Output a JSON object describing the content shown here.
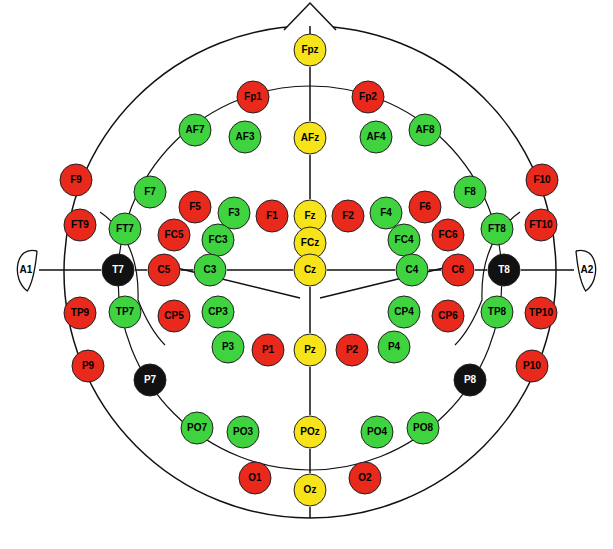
{
  "diagram": {
    "nodes": [
      {
        "text": [
          "Fpz"
        ]
      },
      {
        "text": [
          "Fp1"
        ]
      },
      {
        "text": [
          "Fp2"
        ]
      },
      {
        "text": [
          "AF7"
        ]
      },
      {
        "text": [
          "AF3"
        ]
      },
      {
        "text": [
          "AFz"
        ]
      },
      {
        "text": [
          "AF4"
        ]
      },
      {
        "text": [
          "AF8"
        ]
      },
      {
        "text": [
          "F9"
        ]
      },
      {
        "text": [
          "F7"
        ]
      },
      {
        "text": [
          "F5"
        ]
      },
      {
        "text": [
          "F3"
        ]
      },
      {
        "text": [
          "F1"
        ]
      },
      {
        "text": [
          "Fz"
        ]
      },
      {
        "text": [
          "F2"
        ]
      },
      {
        "text": [
          "F4"
        ]
      },
      {
        "text": [
          "F6"
        ]
      },
      {
        "text": [
          "F8"
        ]
      },
      {
        "text": [
          "F10"
        ]
      },
      {
        "text": [
          "FT9"
        ]
      },
      {
        "text": [
          "FT7"
        ]
      },
      {
        "text": [
          "FC5"
        ]
      },
      {
        "text": [
          "FC3"
        ]
      },
      {
        "text": [
          "FCz"
        ]
      },
      {
        "text": [
          "FC4"
        ]
      },
      {
        "text": [
          "FC6"
        ]
      },
      {
        "text": [
          "FT8"
        ]
      },
      {
        "text": [
          "FT10"
        ]
      },
      {
        "text": [
          "A1"
        ]
      },
      {
        "text": [
          "T7"
        ]
      },
      {
        "text": [
          "C5"
        ]
      },
      {
        "text": [
          "C3"
        ]
      },
      {
        "text": [
          "Cz"
        ]
      },
      {
        "text": [
          "C4"
        ]
      },
      {
        "text": [
          "C6"
        ]
      },
      {
        "text": [
          "T8"
        ]
      },
      {
        "text": [
          "A2"
        ]
      },
      {
        "text": [
          "TP9"
        ]
      },
      {
        "text": [
          "TP7"
        ]
      },
      {
        "text": [
          "CP5"
        ]
      },
      {
        "text": [
          "CP3"
        ]
      },
      {
        "text": [
          "CP4"
        ]
      },
      {
        "text": [
          "CP6"
        ]
      },
      {
        "text": [
          "TP8"
        ]
      },
      {
        "text": [
          "TP10"
        ]
      },
      {
        "text": [
          "P9"
        ]
      },
      {
        "text": [
          "P3"
        ]
      },
      {
        "text": [
          "P1"
        ]
      },
      {
        "text": [
          "Pz"
        ]
      },
      {
        "text": [
          "P2"
        ]
      },
      {
        "text": [
          "P4"
        ]
      },
      {
        "text": [
          "P10"
        ]
      },
      {
        "text": [
          "P7"
        ]
      },
      {
        "text": [
          "P8"
        ]
      },
      {
        "text": [
          "PO7"
        ]
      },
      {
        "text": [
          "PO3"
        ]
      },
      {
        "text": [
          "POz"
        ]
      },
      {
        "text": [
          "PO4"
        ]
      },
      {
        "text": [
          "PO8"
        ]
      },
      {
        "text": [
          "O1"
        ]
      },
      {
        "text": [
          "Oz"
        ]
      },
      {
        "text": [
          "O2"
        ]
      }
    ],
    "edges": [
      {
        "from": 0,
        "to": 5,
        "arrow": "none"
      },
      {
        "from": 5,
        "to": 13,
        "arrow": "none"
      },
      {
        "from": 13,
        "to": 23,
        "arrow": "none"
      },
      {
        "from": 23,
        "to": 32,
        "arrow": "none"
      },
      {
        "from": 32,
        "to": 48,
        "arrow": "none"
      },
      {
        "from": 48,
        "to": 56,
        "arrow": "none"
      },
      {
        "from": 56,
        "to": 60,
        "arrow": "none"
      },
      {
        "from": 28,
        "to": 29,
        "arrow": "none"
      },
      {
        "from": 29,
        "to": 30,
        "arrow": "none"
      },
      {
        "from": 30,
        "to": 31,
        "arrow": "none"
      },
      {
        "from": 31,
        "to": 32,
        "arrow": "none"
      },
      {
        "from": 32,
        "to": 33,
        "arrow": "none"
      },
      {
        "from": 33,
        "to": 34,
        "arrow": "none"
      },
      {
        "from": 34,
        "to": 35,
        "arrow": "none"
      },
      {
        "from": 35,
        "to": 36,
        "arrow": "none"
      }
    ]
  }
}
